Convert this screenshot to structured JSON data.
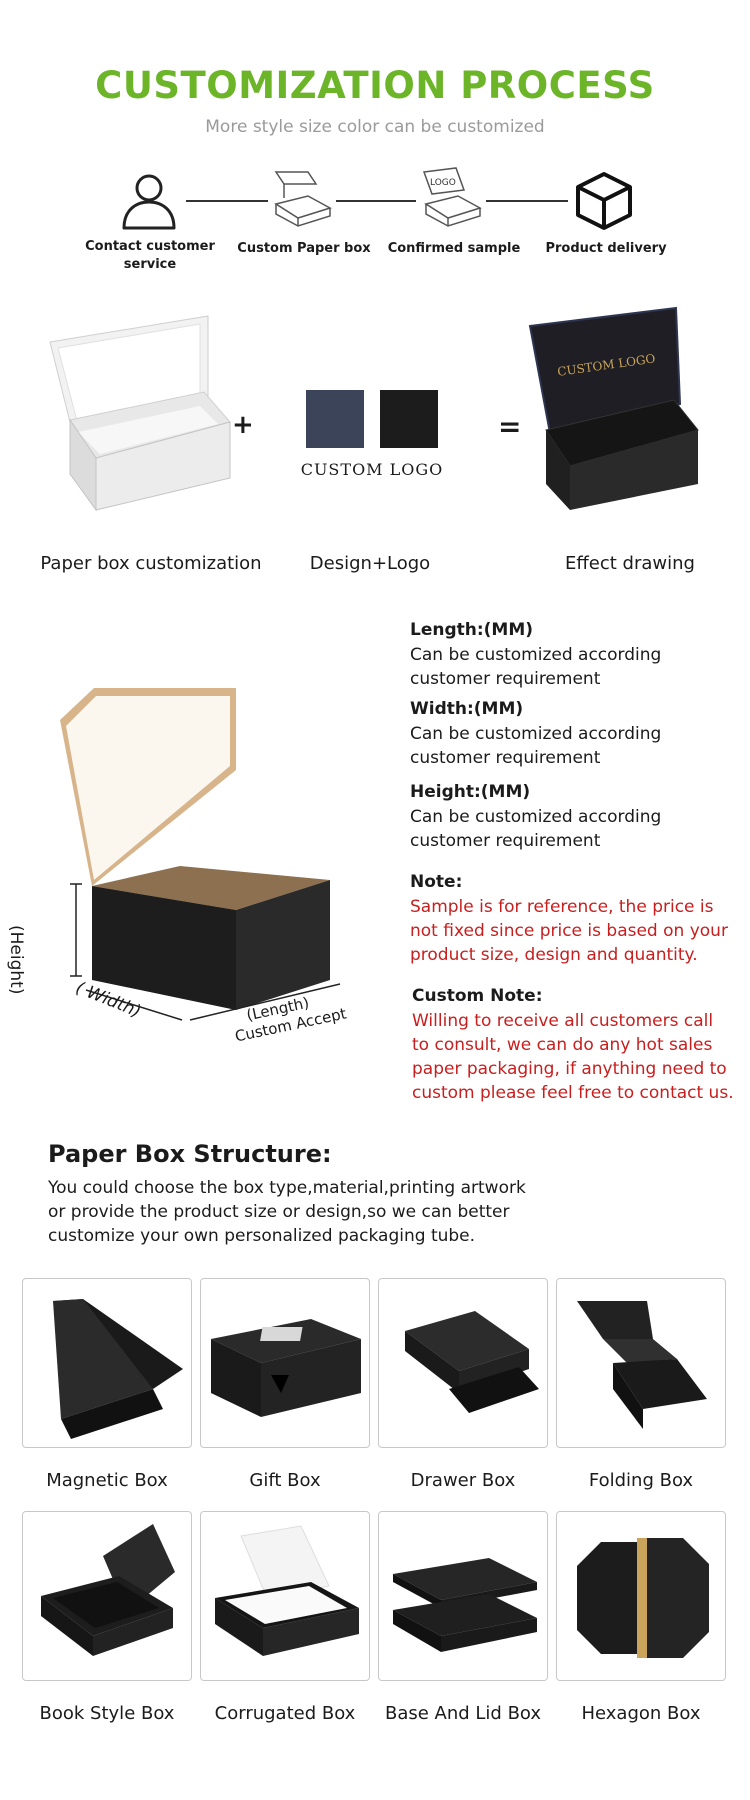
{
  "header": {
    "title": "CUSTOMIZATION PROCESS",
    "subtitle": "More style size color can be customized"
  },
  "process_steps": [
    {
      "label": "Contact customer service",
      "icon": "person-icon"
    },
    {
      "label": "Custom Paper box",
      "icon": "open-box-icon"
    },
    {
      "label": "Confirmed sample",
      "icon": "logo-box-icon",
      "icon_text": "LOGO"
    },
    {
      "label": "Product delivery",
      "icon": "cube-icon"
    }
  ],
  "combo": {
    "left_label": "Paper box customization",
    "middle_label": "Design+Logo",
    "right_label": "Effect drawing",
    "plus": "+",
    "equals": "=",
    "swatch_text": "CUSTOM LOGO",
    "effect_logo_text": "CUSTOM LOGO",
    "swatch_colors": [
      "#3b4459",
      "#1c1c1c"
    ]
  },
  "dimensions": {
    "height_label": "(Height)",
    "width_label": "( Width)",
    "length_label": "(Length)",
    "length_sub": "Custom Accept"
  },
  "specs": [
    {
      "title": "Length:(MM)",
      "text": [
        "Can be customized according",
        "customer requirement"
      ]
    },
    {
      "title": "Width:(MM)",
      "text": [
        "Can be customized according",
        "customer requirement"
      ]
    },
    {
      "title": "Height:(MM)",
      "text": [
        "Can be customized according",
        "customer requirement"
      ]
    }
  ],
  "note": {
    "title": "Note:",
    "lines": [
      "Sample is for reference, the price is",
      "not fixed since price is based on your",
      "product size, design and quantity."
    ]
  },
  "custom_note": {
    "title": "Custom Note:",
    "lines": [
      "Willing to receive all customers call",
      "to consult, we can do any hot sales",
      "paper packaging, if anything need to",
      "custom please feel free to contact us."
    ]
  },
  "structure": {
    "title": "Paper Box Structure:",
    "lines": [
      "You could choose the box type,material,printing artwork",
      "or provide the product size or design,so we can better",
      "customize your own personalized packaging tube."
    ]
  },
  "box_types": [
    {
      "label": "Magnetic Box"
    },
    {
      "label": "Gift Box"
    },
    {
      "label": "Drawer Box"
    },
    {
      "label": "Folding Box"
    },
    {
      "label": "Book Style Box"
    },
    {
      "label": "Corrugated Box"
    },
    {
      "label": "Base And Lid Box"
    },
    {
      "label": "Hexagon Box"
    }
  ],
  "colors": {
    "title_green": "#6cb529",
    "note_red": "#c81e1e",
    "gold": "#c9a45a"
  }
}
